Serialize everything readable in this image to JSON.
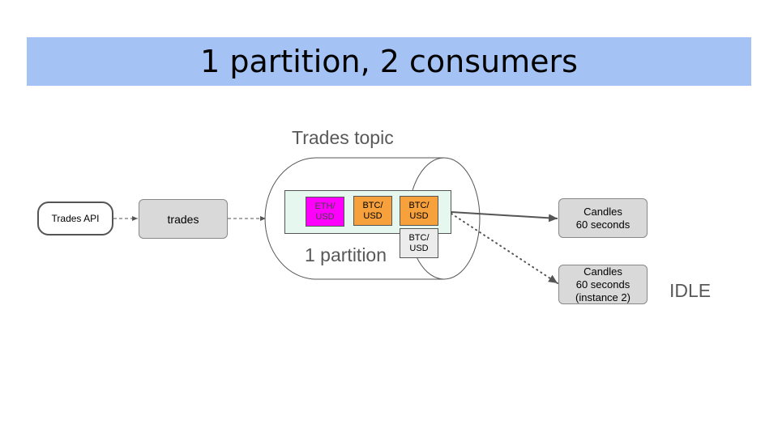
{
  "title": "1 partition, 2 consumers",
  "topic_label": "Trades topic",
  "partition_label": "1 partition",
  "producer": {
    "label": "Trades API"
  },
  "trades_box": {
    "label": "trades"
  },
  "messages": [
    {
      "label": "ETH/\nUSD",
      "color": "#ff00ff"
    },
    {
      "label": "BTC/\nUSD",
      "color": "#f6a13b"
    },
    {
      "label": "BTC/\nUSD",
      "color": "#f6a13b"
    },
    {
      "label": "BTC/\nUSD",
      "color": "#ececec"
    }
  ],
  "consumers": [
    {
      "label": "Candles\n60 seconds"
    },
    {
      "label": "Candles\n60 seconds\n(instance 2)"
    }
  ],
  "idle_label": "IDLE",
  "colors": {
    "title_bg": "#a4c2f4",
    "partition_bg": "#e6f7f0",
    "box_bg": "#d9d9d9"
  }
}
